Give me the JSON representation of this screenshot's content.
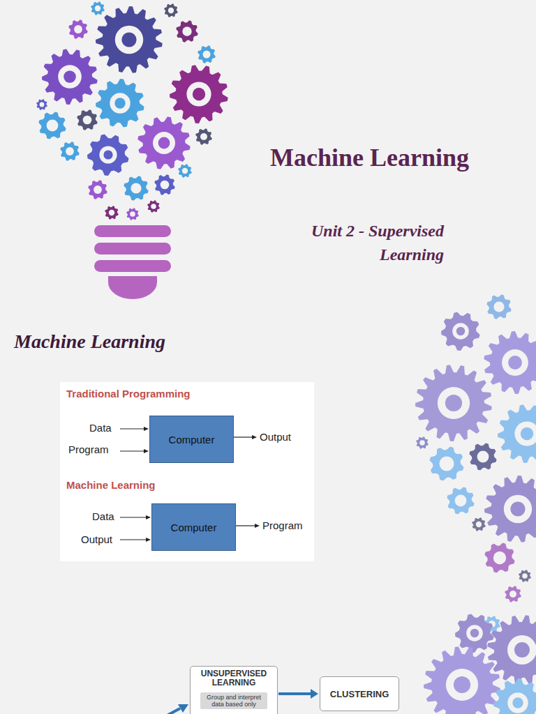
{
  "diagram": {
    "title": "Machine Learning",
    "nodes": [
      {
        "text": [
          "Computer"
        ]
      },
      {
        "text": [
          "Computer"
        ]
      },
      {
        "text": [
          "UNSUPERVISED LEARNING"
        ]
      },
      {
        "text": [
          "Group and interpret data based only"
        ],
        "in": 2
      },
      {
        "text": [
          "CLUSTERING"
        ]
      }
    ],
    "edges": [
      {
        "from": 2,
        "to": 4,
        "arrow": "to"
      }
    ],
    "labels": [
      "Unit 2 - Supervised Learning",
      "Machine Learning",
      "Traditional Programming",
      "Data",
      "Program",
      "Output",
      "Machine Learning",
      "Data",
      "Output",
      "Program"
    ]
  }
}
